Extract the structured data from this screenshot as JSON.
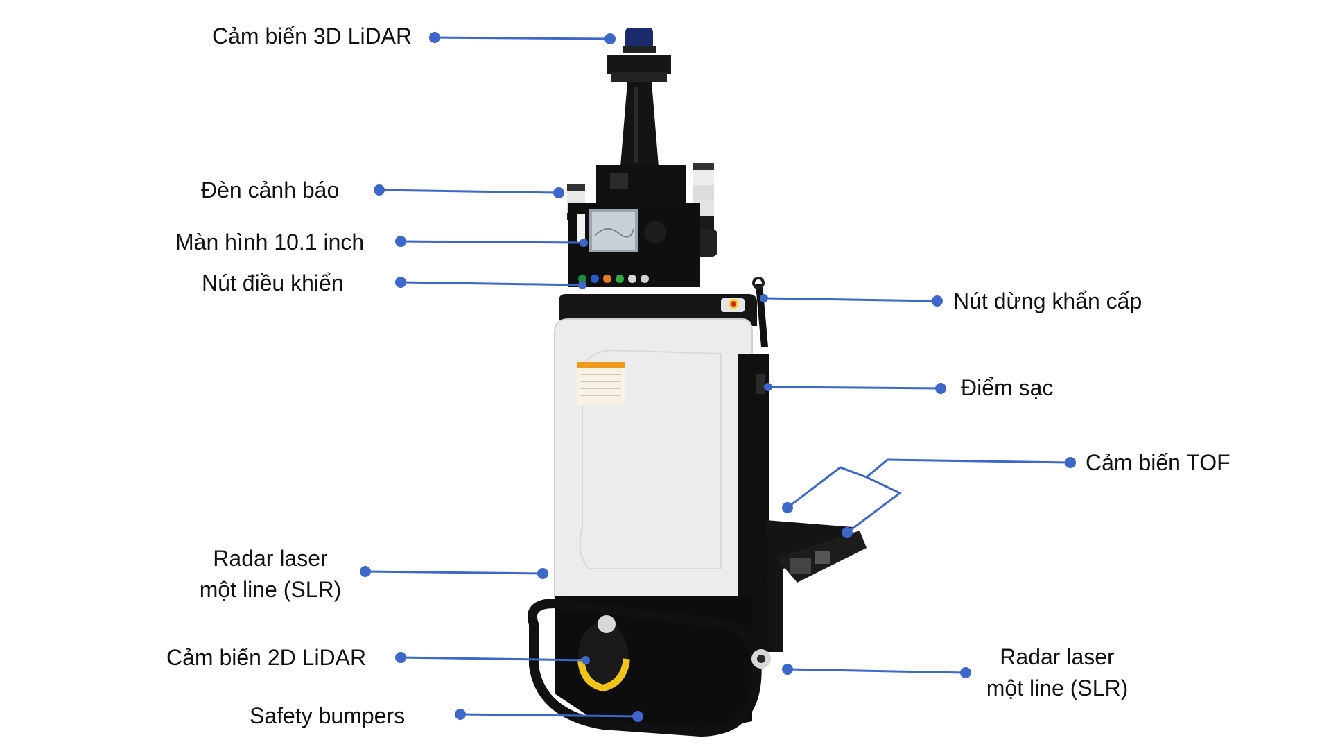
{
  "accent_color": "#3d67c9",
  "labels": {
    "lidar3d": "Cảm biến 3D LiDAR",
    "warning_light": "Đèn cảnh báo",
    "screen": "Màn hình 10.1 inch",
    "control_buttons": "Nút điều khiển",
    "emergency_stop": "Nút dừng khẩn cấp",
    "charging_point": "Điểm sạc",
    "tof_sensor": "Cảm biến TOF",
    "slr_left_line1": "Radar laser",
    "slr_left_line2": "một line (SLR)",
    "lidar2d": "Cảm biến 2D LiDAR",
    "safety_bumpers": "Safety bumpers",
    "slr_right_line1": "Radar laser",
    "slr_right_line2": "một line (SLR)"
  }
}
